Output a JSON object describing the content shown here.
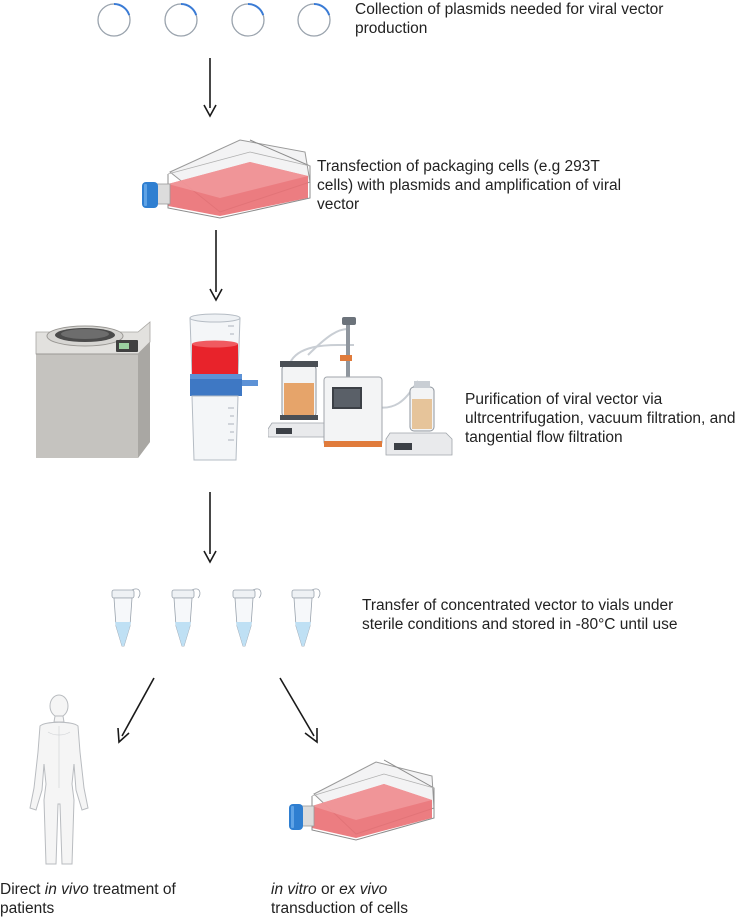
{
  "steps": {
    "plasmids": {
      "line1": "Collection of plasmids needed for viral vector",
      "line2": "production"
    },
    "transfection": {
      "line1": "Transfection of packaging cells  (e.g 293T",
      "line2": "cells) with plasmids and amplification of viral",
      "line3": "vector"
    },
    "purification": {
      "line1": "Purification of viral vector via",
      "line2": "ultrcentrifugation, vacuum filtration, and",
      "line3": "tangential flow filtration"
    },
    "vials": {
      "line1": "Transfer of concentrated vector to vials under",
      "line2": "sterile conditions and stored in -80°C until use"
    },
    "in_vivo": {
      "pre": "Direct ",
      "italic": "in vivo",
      "post": " treatment of",
      "line2": "patients"
    },
    "ex_vivo": {
      "italic1": "in vitro",
      "mid": " or ",
      "italic2": "ex vivo",
      "line2": "transduction of cells"
    }
  },
  "colors": {
    "plasmid_ring": "#9aa3ad",
    "plasmid_arc": "#3a7bd5",
    "medium": "#ea6f73",
    "cap": "#2f7fd1",
    "vial_liquid": "#bfe0f4",
    "arrow": "#1a1a1a"
  }
}
